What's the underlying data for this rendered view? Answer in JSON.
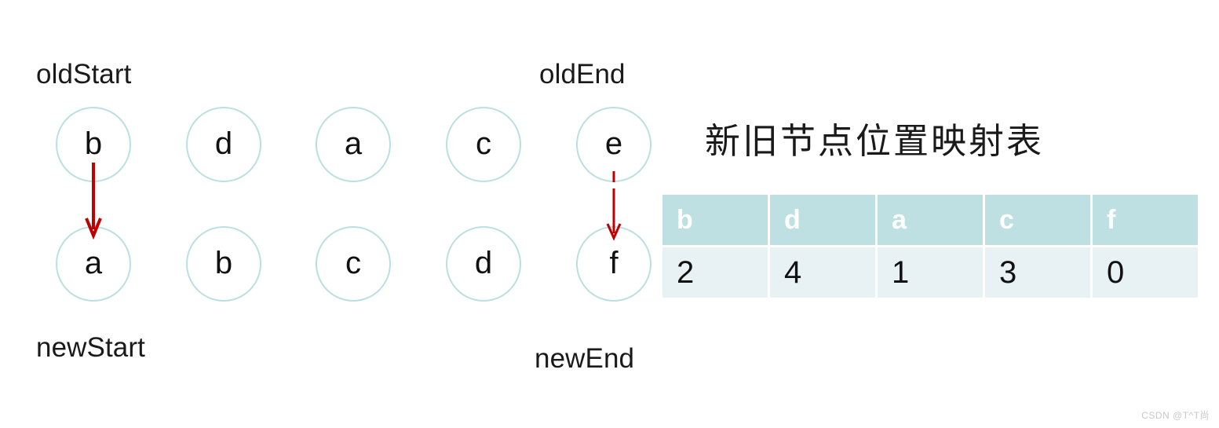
{
  "diagram": {
    "labels": {
      "old_start": "oldStart",
      "old_end": "oldEnd",
      "new_start": "newStart",
      "new_end": "newEnd"
    },
    "old_nodes": [
      {
        "key": "b"
      },
      {
        "key": "d"
      },
      {
        "key": "a"
      },
      {
        "key": "c"
      },
      {
        "key": "e"
      }
    ],
    "new_nodes": [
      {
        "key": "a"
      },
      {
        "key": "b"
      },
      {
        "key": "c"
      },
      {
        "key": "d"
      },
      {
        "key": "f"
      }
    ],
    "arrows": [
      {
        "name": "old-start-to-new-start",
        "from": "b",
        "to": "a",
        "color": "#c00000",
        "style": "solid"
      },
      {
        "name": "old-end-to-new-end",
        "from": "e",
        "to": "f",
        "color": "#c00000",
        "style": "dashed"
      }
    ],
    "colors": {
      "node_border": "#bcdfe1",
      "node_text": "#111111",
      "arrow": "#c00000",
      "table_header_bg": "#bfe0e2",
      "table_header_text": "#ffffff",
      "table_body_bg": "#e8f2f4",
      "table_body_text": "#111111",
      "background": "#ffffff"
    }
  },
  "table": {
    "title": "新旧节点位置映射表",
    "headers": [
      "b",
      "d",
      "a",
      "c",
      "f"
    ],
    "values": [
      "2",
      "4",
      "1",
      "3",
      "0"
    ]
  },
  "watermark": {
    "text": "CSDN @T^T尚"
  }
}
